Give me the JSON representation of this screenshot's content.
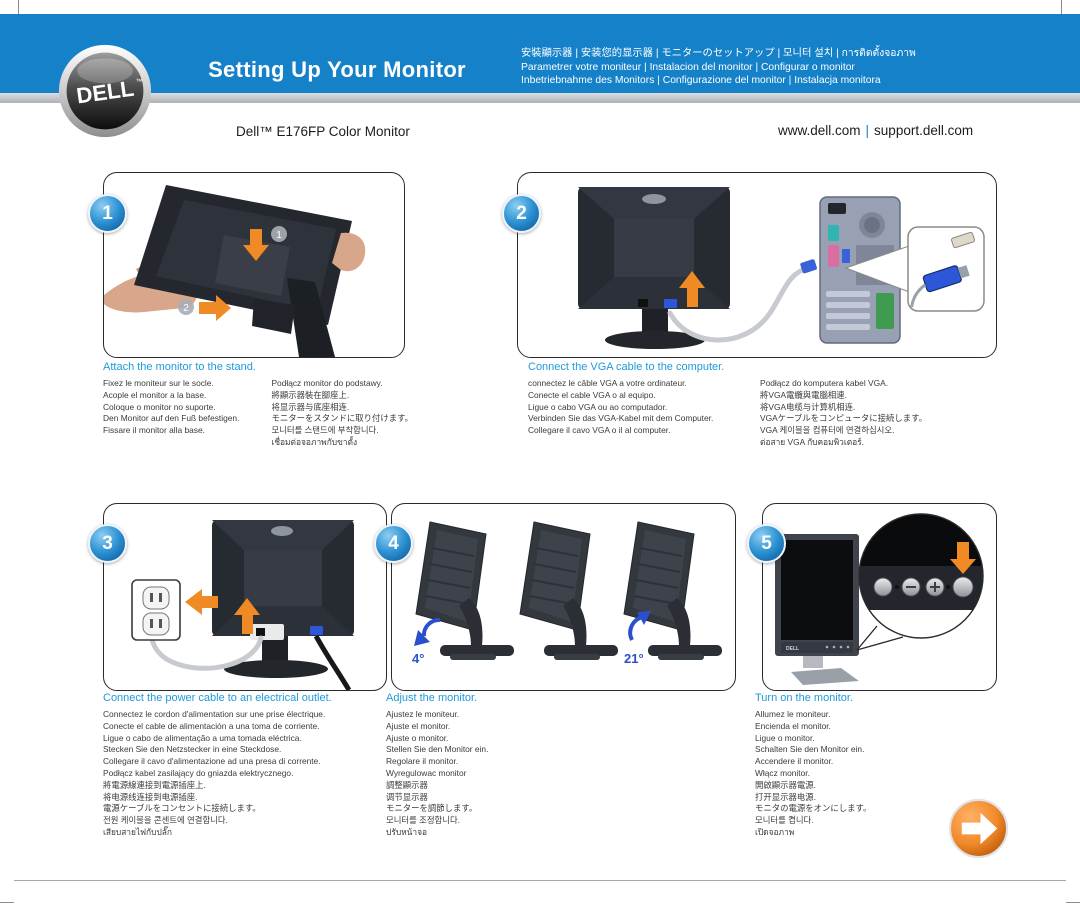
{
  "colors": {
    "band_blue": "#1581c9",
    "step_title_blue": "#1f9ad9",
    "arrow_orange": "#f08a24",
    "angle_blue": "#2b50cc",
    "bar_gray": "#b9bcc0"
  },
  "header": {
    "logo": "DELL",
    "logo_tm": "™",
    "title": "Setting Up Your Monitor",
    "langs_line1": "安裝顯示器 | 安装您的显示器 | モニターのセットアップ | 모니터 설치 | การติดตั้งจอภาพ",
    "langs_line2": "Parametrer votre moniteur | Instalacion del monitor | Configurar o monitor",
    "langs_line3": "Inbetriebnahme des Monitors | Configurazione del monitor | Instalacja monitora",
    "product": "Dell™ E176FP Color Monitor",
    "site_left": "www.dell.com",
    "site_sep": "|",
    "site_right": "support.dell.com"
  },
  "steps": [
    {
      "number": "1",
      "title": "Attach the monitor to the stand.",
      "callouts": [
        "1",
        "2"
      ],
      "col1": [
        "Fixez le moniteur sur le socle.",
        "Acople el monitor a la base.",
        "Coloque o monitor no suporte.",
        "Den Monitor auf den Fuß befestigen.",
        "Fissare il monitor alla base."
      ],
      "col2": [
        "Podłącz monitor do podstawy.",
        "將顯示器裝在腳座上.",
        "将显示器与底座相连.",
        "モニターをスタンドに取り付けます。",
        "모니터를 스탠드에 부착합니다.",
        "เชื่อมต่อจอภาพกับขาตั้ง"
      ]
    },
    {
      "number": "2",
      "title": "Connect the VGA cable to the computer.",
      "col1": [
        "connectez le câble VGA a votre ordinateur.",
        "Conecte el cable VGA o al equipo.",
        "Ligue o cabo VGA ou ao computador.",
        "Verbinden Sie das VGA-Kabel mit dem Computer.",
        "Collegare il cavo VGA o il al computer."
      ],
      "col2": [
        "Podłącz do komputera kabel VGA.",
        "將VGA電纜與電腦相連.",
        "将VGA电缆与计算机相连.",
        "VGAケーブルをコンピュータに接続します。",
        "VGA 케이블을 컴퓨터에 연결하십시오.",
        "ต่อสาย VGA กับคอมพิวเตอร์."
      ]
    },
    {
      "number": "3",
      "title": "Connect the power cable to an electrical outlet.",
      "col1": [
        "Connectez le cordon d'alimentation sur une prise électrique.",
        "Conecte el cable de alimentación a una toma de corriente.",
        "Ligue o cabo de alimentação a uma tomada eléctrica.",
        "Stecken Sie den Netzstecker in eine Steckdose.",
        "Collegare il cavo d'alimentazione ad una presa di corrente.",
        "Podłącz kabel zasilający do gniazda elektrycznego.",
        "將電源線連接到電源插座上.",
        "将电源线连接到电源插座.",
        "電源ケーブルをコンセントに接続します。",
        "전원 케이블을 콘센트에 연결합니다.",
        "เสียบสายไฟกับปลั๊ก"
      ],
      "col2": []
    },
    {
      "number": "4",
      "title": "Adjust the monitor.",
      "angle_down": "4°",
      "angle_up": "21°",
      "col1": [
        "Ajustez le moniteur.",
        "Ajuste el monitor.",
        "Ajuste o monitor.",
        "Stellen Sie den Monitor ein.",
        "Regolare il monitor.",
        "Wyregulowac monitor",
        "調整顯示器",
        "调节显示器",
        "モニターを調節します。",
        "모니터를 조정합니다.",
        "ปรับหน้าจอ"
      ],
      "col2": []
    },
    {
      "number": "5",
      "title": "Turn on the monitor.",
      "col1": [
        "Allumez le moniteur.",
        "Encienda el monitor.",
        "Ligue o monitor.",
        "Schalten Sie den Monitor ein.",
        "Accendere il monitor.",
        "Włącz monitor.",
        "開啟顯示器電源.",
        "打开显示器电源.",
        "モニタの電源をオンにします。",
        "모니터를 켭니다.",
        "เปิดจอภาพ"
      ],
      "col2": []
    }
  ]
}
